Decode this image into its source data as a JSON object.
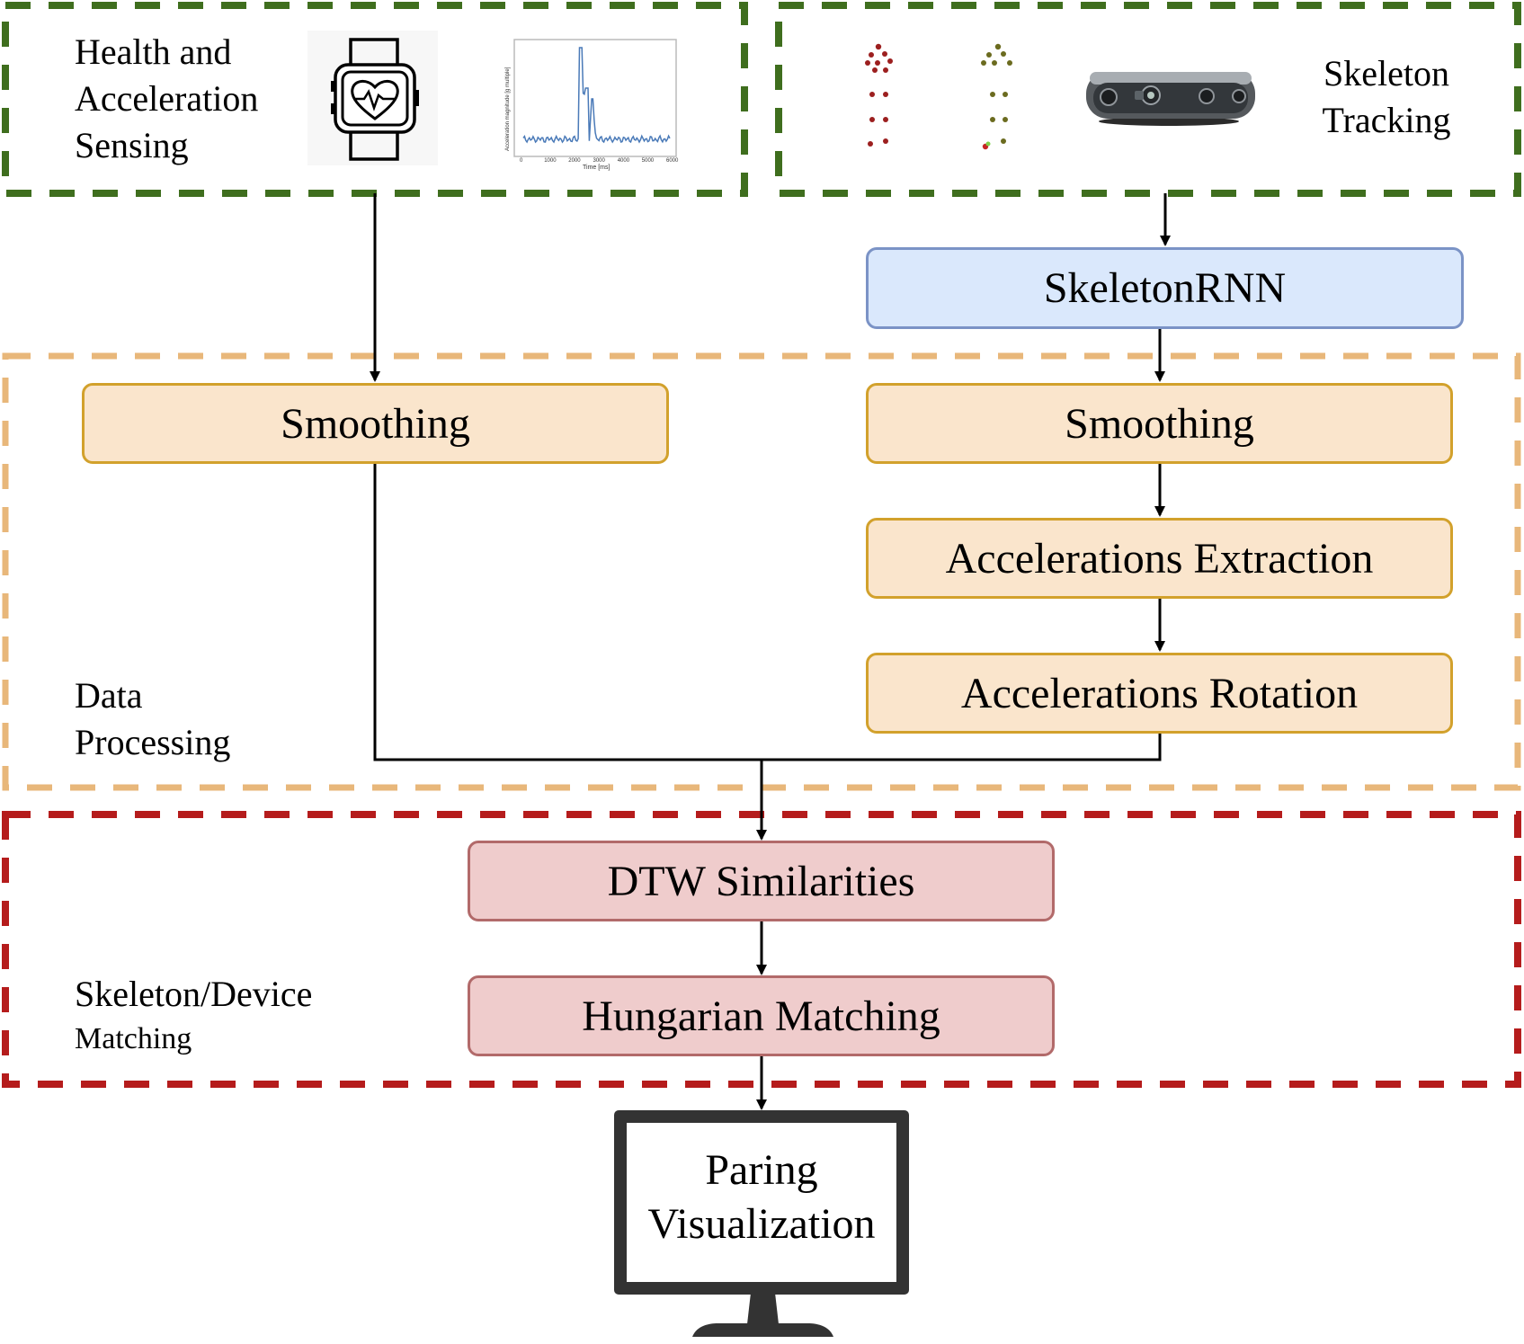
{
  "groups": {
    "sensing": {
      "label_lines": [
        "Health and",
        "Acceleration",
        "Sensing"
      ],
      "color": "#3f6e1e"
    },
    "tracking": {
      "label_lines": [
        "Skeleton",
        "Tracking"
      ],
      "color": "#3f6e1e"
    },
    "processing": {
      "label_lines": [
        "Data",
        "Processing"
      ],
      "color": "#e8b77a"
    },
    "matching": {
      "label_lines": [
        "Skeleton/Device",
        "Matching"
      ],
      "color": "#b51c1c"
    }
  },
  "nodes": {
    "skeleton_rnn": "SkeletonRNN",
    "smoothing_left": "Smoothing",
    "smoothing_right": "Smoothing",
    "accel_extraction": "Accelerations Extraction",
    "accel_rotation": "Accelerations Rotation",
    "dtw": "DTW Similarities",
    "hungarian": "Hungarian Matching"
  },
  "output": {
    "label_lines": [
      "Paring",
      "Visualization"
    ]
  },
  "icons": {
    "smartwatch": "smartwatch-heart-icon",
    "plot": "acceleration-plot-thumbnail",
    "skeleton1": "skeleton-keypoints-icon",
    "skeleton2": "skeleton-keypoints-icon",
    "camera": "depth-camera-icon",
    "monitor": "monitor-icon"
  },
  "plot_thumb": {
    "ylabel": "Acceleration magnitude [g multiple]",
    "xlabel": "Time [ms]",
    "xticks": [
      "0",
      "1000",
      "2000",
      "3000",
      "4000",
      "5000",
      "6000"
    ]
  }
}
